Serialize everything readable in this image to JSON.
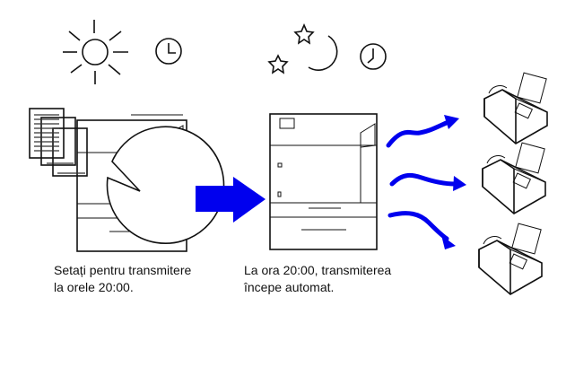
{
  "step1": {
    "line1": "Setați pentru transmitere",
    "line2": "la orele 20:00."
  },
  "step2": {
    "line1": "La ora 20:00, transmiterea",
    "line2": "începe automat."
  },
  "icons": [
    "sun-icon",
    "clock-icon",
    "star-icon",
    "moon-icon",
    "document-stack-icon",
    "copier-icon",
    "arrow-right-icon",
    "fax-icon"
  ],
  "colors": {
    "arrow": "#0000ee",
    "line": "#111111"
  }
}
